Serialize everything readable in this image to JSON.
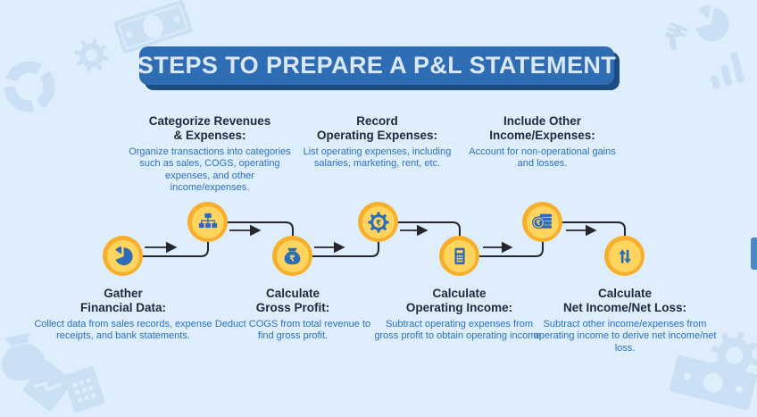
{
  "title": "STEPS TO PREPARE A P&L STATEMENT",
  "currency_symbol": "₹",
  "colors": {
    "background": "#DEEEFC",
    "banner": "#2E6CB4",
    "banner_shadow": "#1D4C82",
    "banner_text": "#D9E8F6",
    "heading_text": "#202A40",
    "body_text": "#2B70BE",
    "circle_outer": "#F8B02C",
    "circle_inner": "#FFD45F",
    "icon_blue": "#2B6CB6",
    "connector": "#26262E",
    "decoration": "#CBE0F4"
  },
  "steps": [
    {
      "order": 1,
      "row": "bottom",
      "icon": "pie-chart-icon",
      "heading_line1": "Gather",
      "heading_line2": "Financial Data:",
      "body": "Collect data from sales records, expense receipts, and bank statements."
    },
    {
      "order": 2,
      "row": "top",
      "icon": "org-chart-icon",
      "heading_line1": "Categorize Revenues",
      "heading_line2": "& Expenses:",
      "body": "Organize transactions into categories such as sales, COGS, operating expenses, and other income/expenses."
    },
    {
      "order": 3,
      "row": "bottom",
      "icon": "money-bag-icon",
      "heading_line1": "Calculate",
      "heading_line2": "Gross Profit:",
      "body": "Deduct COGS from total revenue to find gross profit."
    },
    {
      "order": 4,
      "row": "top",
      "icon": "gear-rupee-icon",
      "heading_line1": "Record",
      "heading_line2": "Operating Expenses:",
      "body": "List operating expenses, including salaries, marketing, rent, etc."
    },
    {
      "order": 5,
      "row": "bottom",
      "icon": "calculator-icon",
      "heading_line1": "Calculate",
      "heading_line2": "Operating Income:",
      "body": "Subtract operating expenses from gross profit to obtain operating income."
    },
    {
      "order": 6,
      "row": "top",
      "icon": "ledger-coin-icon",
      "heading_line1": "Include Other",
      "heading_line2": "Income/Expenses:",
      "body": "Account for non-operational gains and losses."
    },
    {
      "order": 7,
      "row": "bottom",
      "icon": "up-down-arrows-icon",
      "heading_line1": "Calculate",
      "heading_line2": "Net Income/Net Loss:",
      "body": "Subtract other income/expenses from operating income to derive net income/net loss."
    }
  ],
  "background_decorations": [
    "banknote-icon",
    "gear-icon",
    "donut-chart-icon",
    "pie-chart-icon",
    "rupee-symbol-icon",
    "bar-chart-icon",
    "money-bag-icon",
    "documents-icon",
    "gear-icon",
    "banknote-icon",
    "clipped-bar-icon"
  ]
}
